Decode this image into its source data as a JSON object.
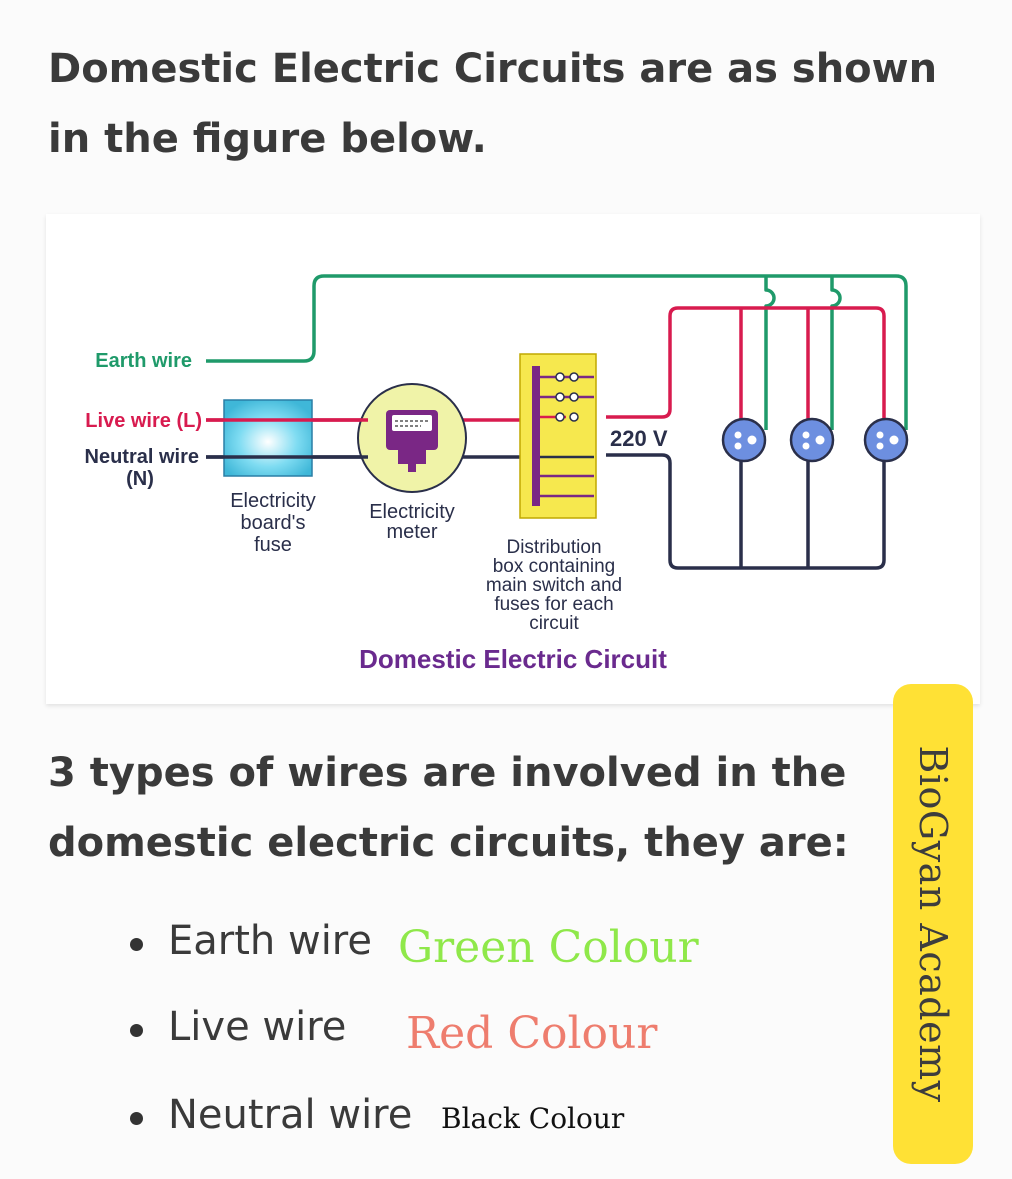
{
  "intro_text": "Domestic Electric Circuits are as shown in the figure below.",
  "diagram": {
    "labels": {
      "earth": "Earth wire",
      "live": "Live wire (L)",
      "neutral_line1": "Neutral wire",
      "neutral_line2": "(N)",
      "fuse": [
        "Electricity",
        "board's",
        "fuse"
      ],
      "meter": [
        "Electricity",
        "meter"
      ],
      "distribution": [
        "Distribution",
        "box containing",
        "main switch and",
        "fuses for each",
        "circuit"
      ],
      "voltage": "220 V",
      "caption": "Domestic Electric Circuit"
    },
    "colors": {
      "earth": "#1f9a6a",
      "live": "#d81b4f",
      "neutral": "#2a2f4a",
      "caption": "#6a2a8e",
      "fuse_box": "#4fc9e6",
      "meter": "#f0f3a8",
      "meter_body": "#7a2785",
      "dist_box": "#f6e84e",
      "socket": "#6d8fe0"
    }
  },
  "section_text": "3 types of wires are involved in the domestic electric circuits, they are:",
  "wires": [
    {
      "name": "Earth wire",
      "colour": "Green Colour",
      "colour_hex": "#8fe84a"
    },
    {
      "name": "Live wire",
      "colour": "Red Colour",
      "colour_hex": "#ee7d6e"
    },
    {
      "name": "Neutral wire",
      "colour": "Black Colour",
      "colour_hex": "#111111"
    }
  ],
  "badge": "BioGyan Academy"
}
